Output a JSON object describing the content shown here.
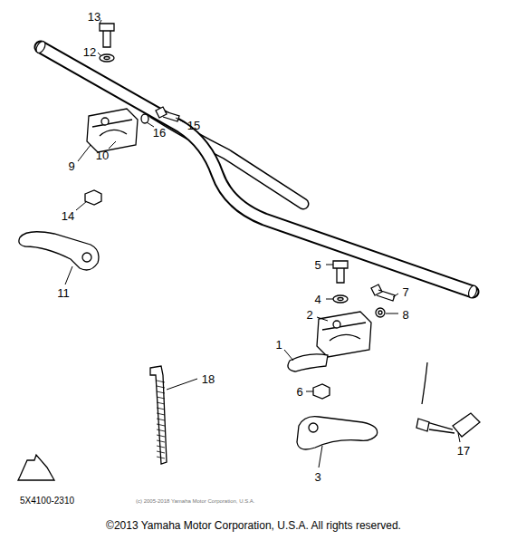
{
  "diagram": {
    "labels": [
      "13",
      "12",
      "16",
      "15",
      "10",
      "9",
      "14",
      "11",
      "5",
      "4",
      "7",
      "8",
      "2",
      "1",
      "6",
      "3",
      "17",
      "18",
      "FWD",
      "5X4100-2310",
      "(c) 2005-2018 Yamaha Motor Corporation, U.S.A.",
      "©2013 Yamaha Motor Corporation, U.S.A. All rights reserved."
    ]
  }
}
